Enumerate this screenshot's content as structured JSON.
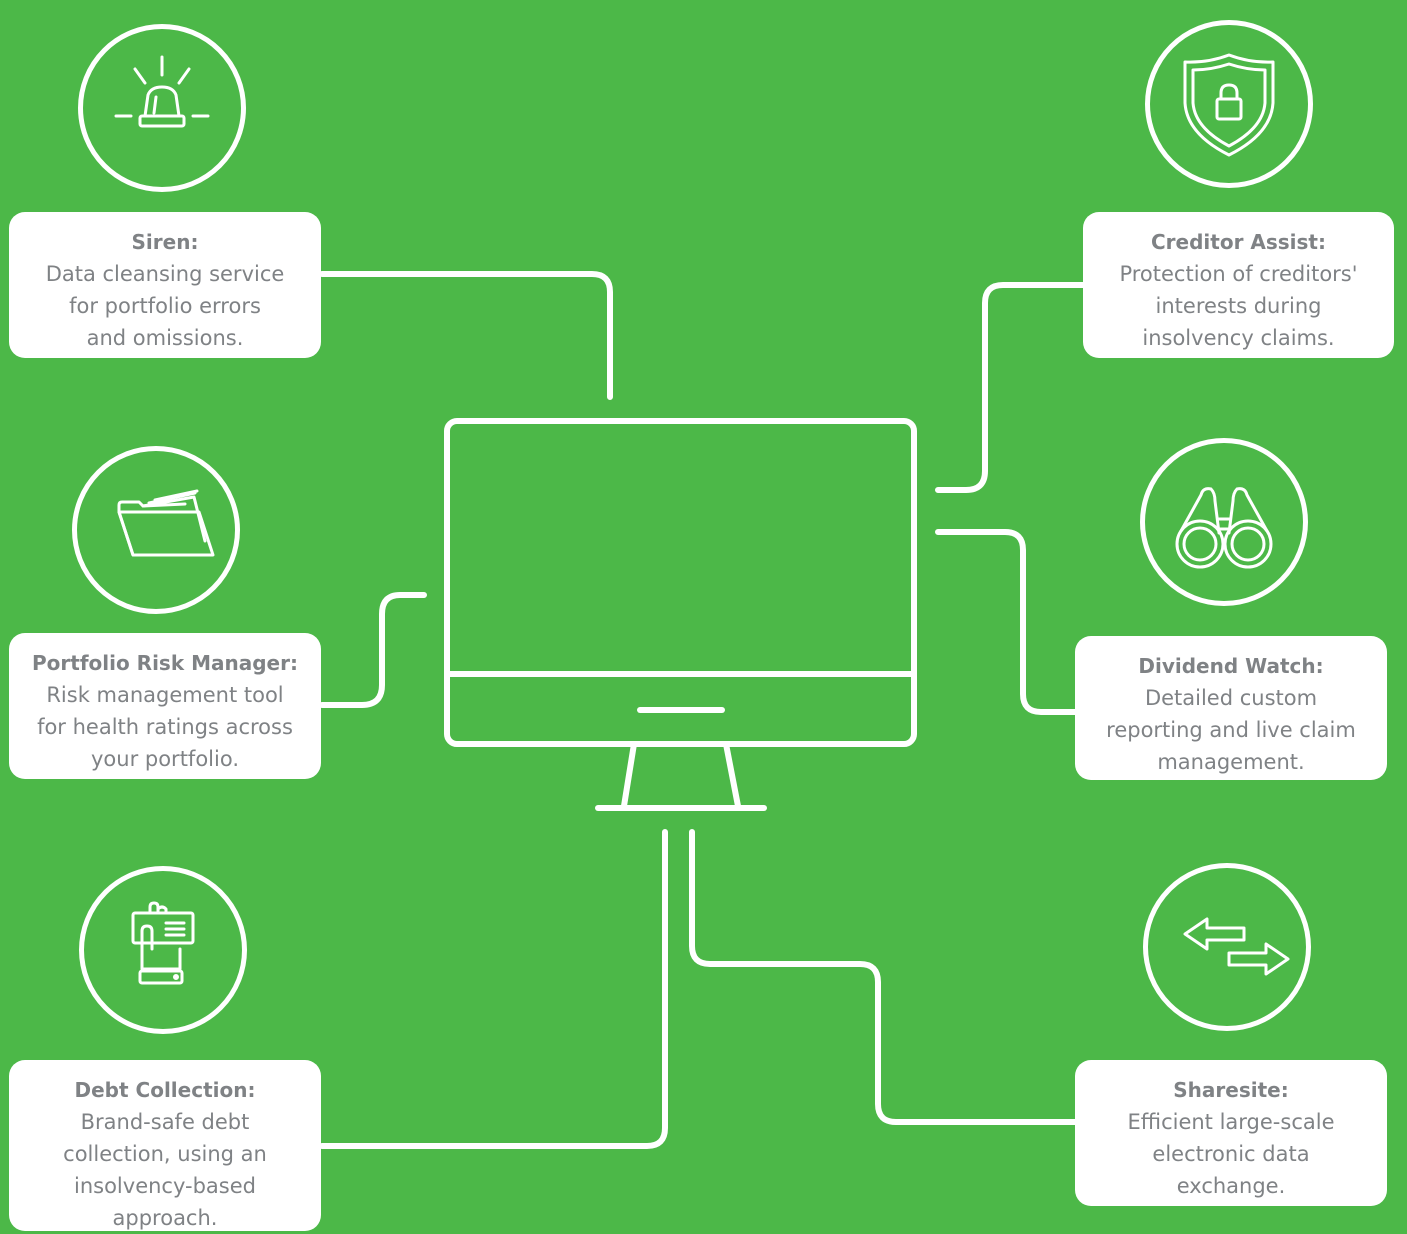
{
  "colors": {
    "background": "#4cb848",
    "line": "#ffffff",
    "card_bg": "#ffffff",
    "card_text": "#7f8285"
  },
  "services": [
    {
      "icon": "siren-icon",
      "title": "Siren:",
      "description": "Data cleansing service\nfor portfolio errors\nand omissions."
    },
    {
      "icon": "folder-icon",
      "title": "Portfolio Risk Manager:",
      "description": "Risk management tool\nfor health ratings across\nyour portfolio."
    },
    {
      "icon": "cheque-hand-icon",
      "title": "Debt Collection:",
      "description": "Brand-safe debt\ncollection, using an\ninsolvency-based\napproach."
    },
    {
      "icon": "shield-lock-icon",
      "title": "Creditor Assist:",
      "description": "Protection of creditors'\ninterests during\ninsolvency claims."
    },
    {
      "icon": "binoculars-icon",
      "title": "Dividend Watch:",
      "description": "Detailed custom\nreporting and live claim\nmanagement."
    },
    {
      "icon": "exchange-arrows-icon",
      "title": "Sharesite:",
      "description": "Efficient large-scale\nelectronic data\nexchange."
    }
  ]
}
